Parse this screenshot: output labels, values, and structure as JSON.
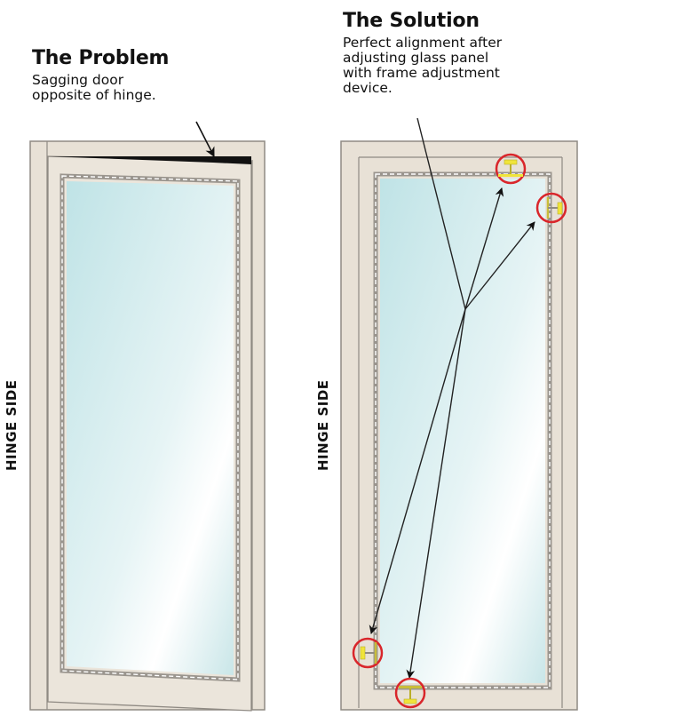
{
  "problem": {
    "title": "The Problem",
    "caption_lines": [
      "Sagging door",
      "opposite of hinge."
    ],
    "hinge_label": "HINGE SIDE"
  },
  "solution": {
    "title": "The Solution",
    "caption_lines": [
      "Perfect alignment after",
      "adjusting glass panel",
      "with frame adjustment",
      "device."
    ],
    "hinge_label": "HINGE SIDE",
    "adjustment_devices": [
      "top",
      "right-top",
      "left-bottom",
      "bottom"
    ]
  },
  "colors": {
    "frame": "#e8e1d6",
    "frame_stroke": "#8f8a83",
    "glass": "#cfe9ea",
    "highlight_circle": "#d9262b",
    "device": "#f0e43a",
    "gap": "#111111"
  }
}
